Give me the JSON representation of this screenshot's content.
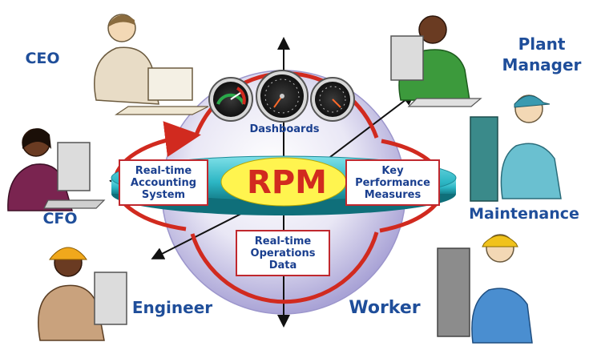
{
  "center": {
    "title": "RPM",
    "dashboards_label": "Dashboards"
  },
  "boxes": {
    "accounting": "Real-time Accounting System",
    "kpm": "Key Performance Measures",
    "operations": "Real-time Operations Data"
  },
  "roles": {
    "ceo": "CEO",
    "cfo": "CFO",
    "engineer": "Engineer",
    "plant_manager": "Plant Manager",
    "maintenance": "Maintenance",
    "worker": "Worker"
  },
  "colors": {
    "label_blue": "#1f4e9a",
    "box_border_red": "#c0282e",
    "rpm_red": "#d12a1f",
    "ellipse_yellow": "#fff44f",
    "platform_teal": "#2cb6c4",
    "orb_lavender": "#d9d6ee"
  },
  "icons": [
    "ceo-figure-icon",
    "cfo-figure-icon",
    "engineer-figure-icon",
    "plant-manager-figure-icon",
    "maintenance-figure-icon",
    "worker-figure-icon",
    "gauge-icon"
  ]
}
